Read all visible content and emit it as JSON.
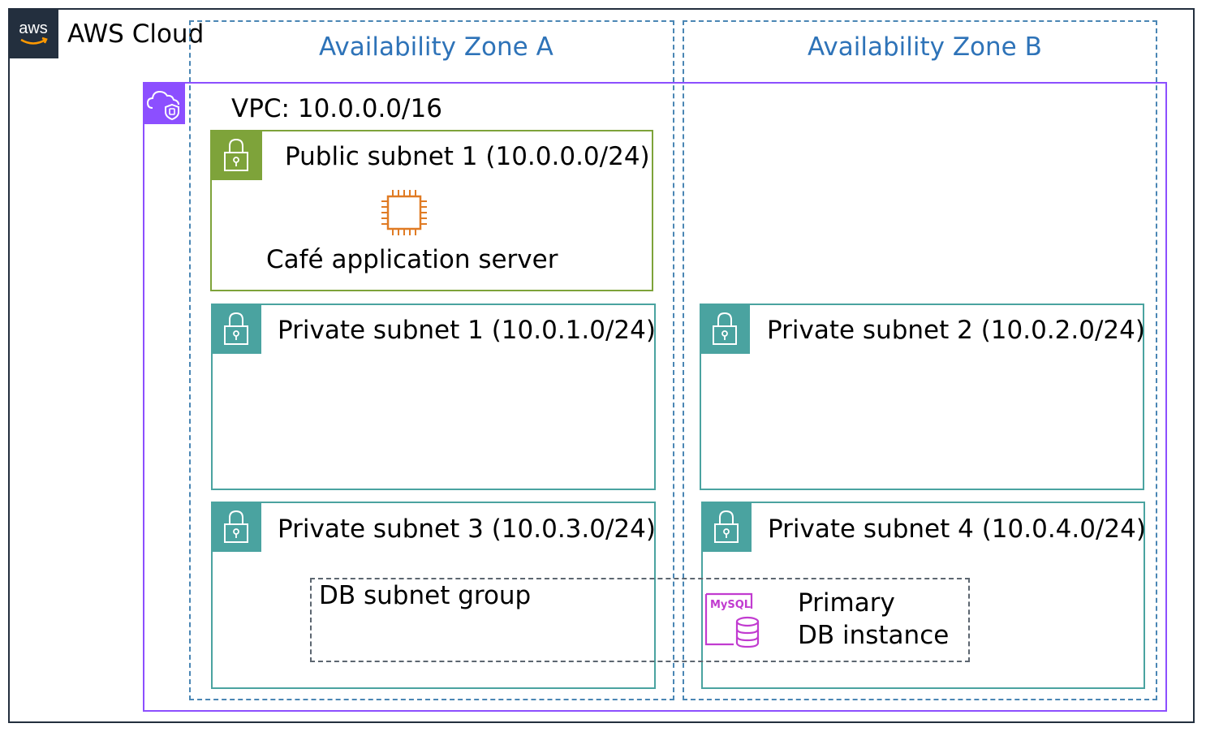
{
  "cloud": {
    "label": "AWS Cloud",
    "logo_text": "aws",
    "border_color": "#232f3e"
  },
  "availability_zones": [
    {
      "label": "Availability Zone A",
      "color": "#2e73b8"
    },
    {
      "label": "Availability Zone B",
      "color": "#2e73b8"
    }
  ],
  "vpc": {
    "label": "VPC: 10.0.0.0/16",
    "color": "#8c4fff",
    "icon": "vpc-cloud-shield-icon"
  },
  "public_subnet": {
    "label": "Public subnet 1 (10.0.0.0/24)",
    "color": "#7ea33a",
    "icon": "lock-icon",
    "server": {
      "label": "Café application server",
      "icon": "ec2-chip-icon",
      "color": "#e07b24"
    }
  },
  "private_subnets": [
    {
      "label": "Private subnet 1 (10.0.1.0/24)",
      "icon": "lock-icon"
    },
    {
      "label": "Private subnet 2 (10.0.2.0/24)",
      "icon": "lock-icon"
    },
    {
      "label": "Private subnet 3 (10.0.3.0/24)",
      "icon": "lock-icon"
    },
    {
      "label": "Private subnet 4 (10.0.4.0/24)",
      "icon": "lock-icon"
    }
  ],
  "private_subnet_color": "#4aa3a0",
  "db_subnet_group": {
    "label": "DB subnet group"
  },
  "db_instance": {
    "line1": "Primary",
    "line2": "DB instance",
    "icon_text": "MySQL",
    "icon": "mysql-database-icon",
    "color": "#c13bd0"
  }
}
